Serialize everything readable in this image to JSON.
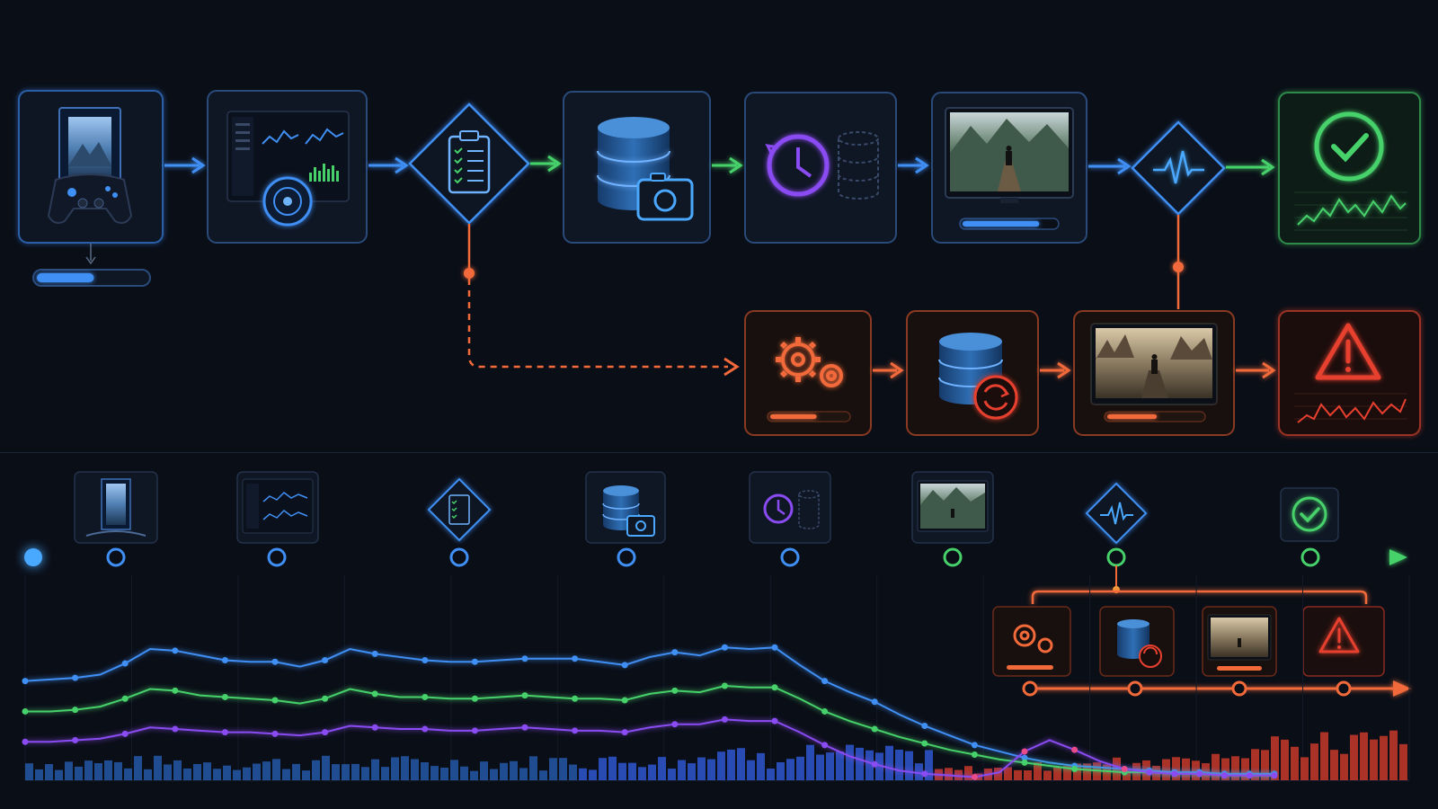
{
  "colors": {
    "background": "#0a0e17",
    "blue": "#3f8ff5",
    "green": "#46d16b",
    "purple": "#8a4cf2",
    "orange": "#f26a3a",
    "red": "#e8402f",
    "card_fill": "#0f1624"
  },
  "pipeline": {
    "main_steps": [
      {
        "id": "game-session",
        "icon": "gamepad-portal-icon",
        "accent": "#3f8ff5",
        "progress": 0.52
      },
      {
        "id": "telemetry-dashboard",
        "icon": "dashboard-scanner-icon",
        "accent": "#3f8ff5"
      },
      {
        "id": "checklist",
        "icon": "clipboard-checklist-icon",
        "accent": "#3f8ff5"
      },
      {
        "id": "database-snapshot",
        "icon": "database-camera-icon",
        "accent": "#3f8ff5"
      },
      {
        "id": "history-archive",
        "icon": "clock-database-icon",
        "accent": "#8a4cf2"
      },
      {
        "id": "render-preview",
        "icon": "monitor-scene-icon",
        "accent": "#3f8ff5",
        "progress": 0.82
      },
      {
        "id": "health-monitor",
        "icon": "heartbeat-icon",
        "accent": "#3f8ff5"
      },
      {
        "id": "success",
        "icon": "check-circle-icon",
        "accent": "#46d16b"
      }
    ],
    "fail_steps": [
      {
        "id": "reconfigure",
        "icon": "gears-icon",
        "accent": "#f26a3a",
        "progress": 0.6
      },
      {
        "id": "database-restore",
        "icon": "database-refresh-icon",
        "accent": "#f26a3a"
      },
      {
        "id": "degraded-preview",
        "icon": "monitor-ruin-icon",
        "accent": "#f26a3a",
        "progress": 0.52
      },
      {
        "id": "alert",
        "icon": "warning-triangle-icon",
        "accent": "#e8402f"
      }
    ]
  },
  "timeline": {
    "main_icons": [
      "gamepad-portal-icon",
      "dashboard-icon",
      "clipboard-checklist-icon",
      "database-camera-icon",
      "clock-database-icon",
      "monitor-scene-icon",
      "heartbeat-icon",
      "check-circle-icon"
    ],
    "fail_icons": [
      "gears-icon",
      "database-refresh-icon",
      "monitor-ruin-icon",
      "warning-triangle-icon"
    ]
  },
  "chart_data": {
    "type": "line",
    "x": [
      0,
      1,
      2,
      3,
      4,
      5,
      6,
      7,
      8,
      9,
      10,
      11,
      12,
      13,
      14,
      15,
      16,
      17,
      18,
      19,
      20,
      21,
      22,
      23,
      24,
      25,
      26,
      27,
      28,
      29,
      30,
      31,
      32,
      33,
      34,
      35,
      36,
      37,
      38,
      39,
      40,
      41,
      42,
      43,
      44,
      45,
      46,
      47,
      48,
      49,
      50
    ],
    "series": [
      {
        "color": "#3f8ff5",
        "values": [
          0.62,
          0.63,
          0.64,
          0.66,
          0.73,
          0.82,
          0.81,
          0.78,
          0.75,
          0.74,
          0.74,
          0.71,
          0.75,
          0.82,
          0.79,
          0.77,
          0.75,
          0.74,
          0.74,
          0.75,
          0.76,
          0.76,
          0.76,
          0.74,
          0.72,
          0.77,
          0.8,
          0.78,
          0.83,
          0.82,
          0.83,
          0.72,
          0.62,
          0.55,
          0.49,
          0.41,
          0.34,
          0.28,
          0.22,
          0.18,
          0.14,
          0.11,
          0.09,
          0.08,
          0.07,
          0.06,
          0.05,
          0.05,
          0.04,
          0.04,
          0.04
        ]
      },
      {
        "color": "#46d16b",
        "values": [
          0.43,
          0.43,
          0.44,
          0.46,
          0.51,
          0.57,
          0.56,
          0.53,
          0.52,
          0.51,
          0.5,
          0.48,
          0.51,
          0.57,
          0.54,
          0.52,
          0.52,
          0.51,
          0.51,
          0.52,
          0.53,
          0.52,
          0.51,
          0.51,
          0.5,
          0.54,
          0.56,
          0.55,
          0.59,
          0.58,
          0.58,
          0.51,
          0.43,
          0.37,
          0.32,
          0.27,
          0.23,
          0.19,
          0.16,
          0.13,
          0.11,
          0.09,
          0.07,
          0.06,
          0.05,
          0.05,
          0.04,
          0.04,
          0.03,
          0.03,
          0.03
        ]
      },
      {
        "color": "#8a4cf2",
        "values": [
          0.24,
          0.24,
          0.25,
          0.26,
          0.29,
          0.33,
          0.32,
          0.31,
          0.3,
          0.3,
          0.29,
          0.28,
          0.3,
          0.34,
          0.33,
          0.32,
          0.32,
          0.31,
          0.31,
          0.32,
          0.33,
          0.32,
          0.31,
          0.31,
          0.3,
          0.33,
          0.35,
          0.35,
          0.38,
          0.37,
          0.37,
          0.3,
          0.22,
          0.15,
          0.1,
          0.06,
          0.04,
          0.03,
          0.02,
          0.05,
          0.18,
          0.25,
          0.19,
          0.12,
          0.07,
          0.05,
          0.04,
          0.04,
          0.03,
          0.03,
          0.03
        ]
      }
    ],
    "bars": {
      "count": 140,
      "seed": 7,
      "split_index": 92
    },
    "ylim": [
      0,
      1
    ]
  }
}
